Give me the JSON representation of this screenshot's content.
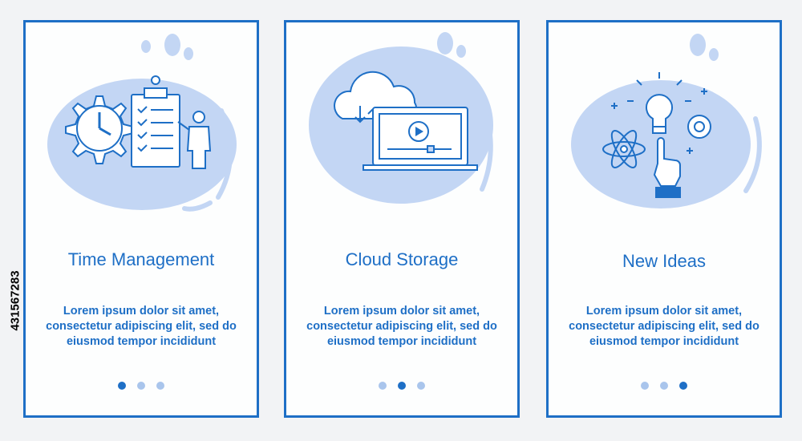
{
  "cards": [
    {
      "title": "Time Management",
      "body": [
        "Lorem ipsum dolor sit amet,",
        "consectetur adipiscing elit, sed do",
        "eiusmod tempor incididunt"
      ],
      "icon": "time-management-illustration",
      "active_dot": 1
    },
    {
      "title": "Cloud Storage",
      "body": [
        "Lorem ipsum dolor sit amet,",
        "consectetur adipiscing elit, sed do",
        "eiusmod tempor incididunt"
      ],
      "icon": "cloud-storage-illustration",
      "active_dot": 2
    },
    {
      "title": "New Ideas",
      "body": [
        "Lorem ipsum dolor sit amet,",
        "consectetur adipiscing elit, sed do",
        "eiusmod tempor incididunt"
      ],
      "icon": "new-ideas-illustration",
      "active_dot": 3
    }
  ],
  "watermark_id": "431567283",
  "colors": {
    "accent": "#1e6fc6",
    "blob": "#c3d6f4",
    "dot_inactive": "#a9c5ec"
  }
}
